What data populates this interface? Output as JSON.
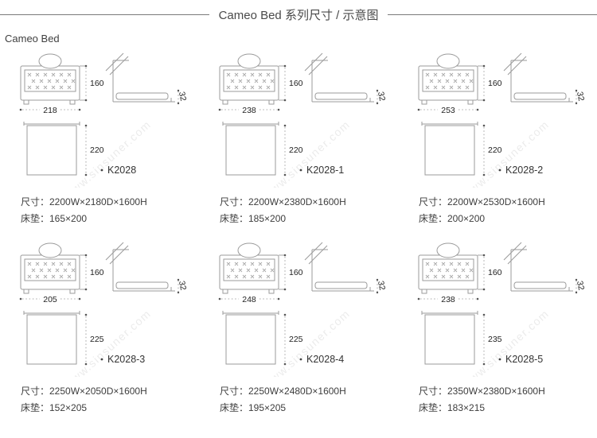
{
  "header": {
    "title": "Cameo Bed 系列尺寸 / 示意图",
    "series": "Cameo Bed"
  },
  "watermark": "www.sinsuner.com",
  "products": [
    {
      "model": "K2028",
      "height": "160",
      "width": "218",
      "depth": "220",
      "side": "32",
      "size_line": "尺寸：2200W×2180D×1600H",
      "mattress_line": "床垫：165×200"
    },
    {
      "model": "K2028-1",
      "height": "160",
      "width": "238",
      "depth": "220",
      "side": "32",
      "size_line": "尺寸：2200W×2380D×1600H",
      "mattress_line": "床垫：185×200"
    },
    {
      "model": "K2028-2",
      "height": "160",
      "width": "253",
      "depth": "220",
      "side": "32",
      "size_line": "尺寸：2200W×2530D×1600H",
      "mattress_line": "床垫：200×200"
    },
    {
      "model": "K2028-3",
      "height": "160",
      "width": "205",
      "depth": "225",
      "side": "32",
      "size_line": "尺寸：2250W×2050D×1600H",
      "mattress_line": "床垫：152×205"
    },
    {
      "model": "K2028-4",
      "height": "160",
      "width": "248",
      "depth": "225",
      "side": "32",
      "size_line": "尺寸：2250W×2480D×1600H",
      "mattress_line": "床垫：195×205"
    },
    {
      "model": "K2028-5",
      "height": "160",
      "width": "238",
      "depth": "235",
      "side": "32",
      "size_line": "尺寸：2350W×2380D×1600H",
      "mattress_line": "床垫：183×215"
    }
  ]
}
